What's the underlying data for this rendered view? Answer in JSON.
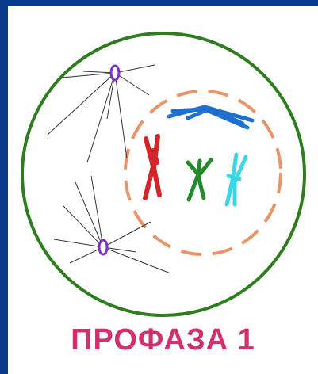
{
  "caption": "ПРОФАЗА 1",
  "colors": {
    "background": "#ffffff",
    "frame_blue": "#0a3a8c",
    "cell_membrane": "#2e7d1f",
    "nuclear_envelope": "#e8956a",
    "centriole": "#7a2fd0",
    "spindle_fibers": "#333333",
    "chromosome_blue": "#1e6fd0",
    "chromosome_red": "#d4252a",
    "chromosome_green": "#238a2a",
    "chromosome_cyan": "#3ad8e6",
    "caption": "#d1306e"
  },
  "elements": {
    "cell_membrane": "cell-membrane-circle",
    "nuclear_envelope": "nuclear-envelope-dashed",
    "centrioles": [
      "centriole-top",
      "centriole-bottom"
    ],
    "chromosomes": [
      "blue",
      "red",
      "green",
      "cyan"
    ]
  }
}
